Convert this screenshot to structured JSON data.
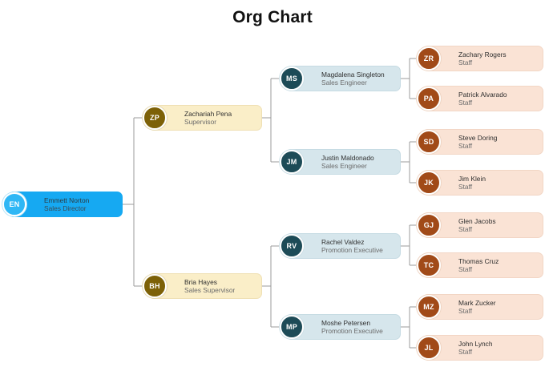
{
  "title": "Org Chart",
  "chart_data": {
    "type": "diagram",
    "diagram_type": "org-chart",
    "title": "Org Chart",
    "orientation": "left-to-right",
    "levels": 4,
    "colors": {
      "background": "#ffffff",
      "title": "#111111",
      "connector": "#9b9b9b",
      "arrow": "#333333",
      "level0_card": "#16a9f2",
      "level0_avatar": "#2fb7f5",
      "level1_card": "#faeec8",
      "level1_avatar": "#7d6107",
      "level2_card": "#d6e6ec",
      "level2_avatar": "#1d4b57",
      "level3_card": "#fae3d5",
      "level3_avatar": "#a14a18"
    },
    "nodes": [
      {
        "id": "EN",
        "name": "Emmett Norton",
        "title": "Sales Director",
        "level": 0,
        "parent": null
      },
      {
        "id": "ZP",
        "name": "Zachariah Pena",
        "title": "Supervisor",
        "level": 1,
        "parent": "EN"
      },
      {
        "id": "BH",
        "name": "Bria Hayes",
        "title": "Sales Supervisor",
        "level": 1,
        "parent": "EN"
      },
      {
        "id": "MS",
        "name": "Magdalena Singleton",
        "title": "Sales Engineer",
        "level": 2,
        "parent": "ZP"
      },
      {
        "id": "JM",
        "name": "Justin Maldonado",
        "title": "Sales Engineer",
        "level": 2,
        "parent": "ZP"
      },
      {
        "id": "RV",
        "name": "Rachel Valdez",
        "title": "Promotion Executive",
        "level": 2,
        "parent": "BH"
      },
      {
        "id": "MP",
        "name": "Moshe Petersen",
        "title": "Promotion Executive",
        "level": 2,
        "parent": "BH"
      },
      {
        "id": "ZR",
        "name": "Zachary Rogers",
        "title": "Staff",
        "level": 3,
        "parent": "MS"
      },
      {
        "id": "PA",
        "name": "Patrick Alvarado",
        "title": "Staff",
        "level": 3,
        "parent": "MS"
      },
      {
        "id": "SD",
        "name": "Steve Doring",
        "title": "Staff",
        "level": 3,
        "parent": "JM"
      },
      {
        "id": "JK",
        "name": "Jim Klein",
        "title": "Staff",
        "level": 3,
        "parent": "JM"
      },
      {
        "id": "GJ",
        "name": "Glen Jacobs",
        "title": "Staff",
        "level": 3,
        "parent": "RV"
      },
      {
        "id": "TC",
        "name": "Thomas Cruz",
        "title": "Staff",
        "level": 3,
        "parent": "RV"
      },
      {
        "id": "MZ",
        "name": "Mark Zucker",
        "title": "Staff",
        "level": 3,
        "parent": "MP"
      },
      {
        "id": "JL",
        "name": "John Lynch",
        "title": "Staff",
        "level": 3,
        "parent": "MP"
      }
    ]
  },
  "nodes": {
    "en": {
      "initials": "EN",
      "name": "Emmett Norton",
      "title": "Sales Director"
    },
    "zp": {
      "initials": "ZP",
      "name": "Zachariah Pena",
      "title": "Supervisor"
    },
    "bh": {
      "initials": "BH",
      "name": "Bria Hayes",
      "title": "Sales Supervisor"
    },
    "ms": {
      "initials": "MS",
      "name": "Magdalena Singleton",
      "title": "Sales Engineer"
    },
    "jm": {
      "initials": "JM",
      "name": "Justin Maldonado",
      "title": "Sales Engineer"
    },
    "rv": {
      "initials": "RV",
      "name": "Rachel Valdez",
      "title": "Promotion Executive"
    },
    "mp": {
      "initials": "MP",
      "name": "Moshe Petersen",
      "title": "Promotion Executive"
    },
    "zr": {
      "initials": "ZR",
      "name": "Zachary Rogers",
      "title": "Staff"
    },
    "pa": {
      "initials": "PA",
      "name": "Patrick Alvarado",
      "title": "Staff"
    },
    "sd": {
      "initials": "SD",
      "name": "Steve Doring",
      "title": "Staff"
    },
    "jk": {
      "initials": "JK",
      "name": "Jim Klein",
      "title": "Staff"
    },
    "gj": {
      "initials": "GJ",
      "name": "Glen Jacobs",
      "title": "Staff"
    },
    "tc": {
      "initials": "TC",
      "name": "Thomas Cruz",
      "title": "Staff"
    },
    "mz": {
      "initials": "MZ",
      "name": "Mark Zucker",
      "title": "Staff"
    },
    "jl": {
      "initials": "JL",
      "name": "John Lynch",
      "title": "Staff"
    }
  }
}
